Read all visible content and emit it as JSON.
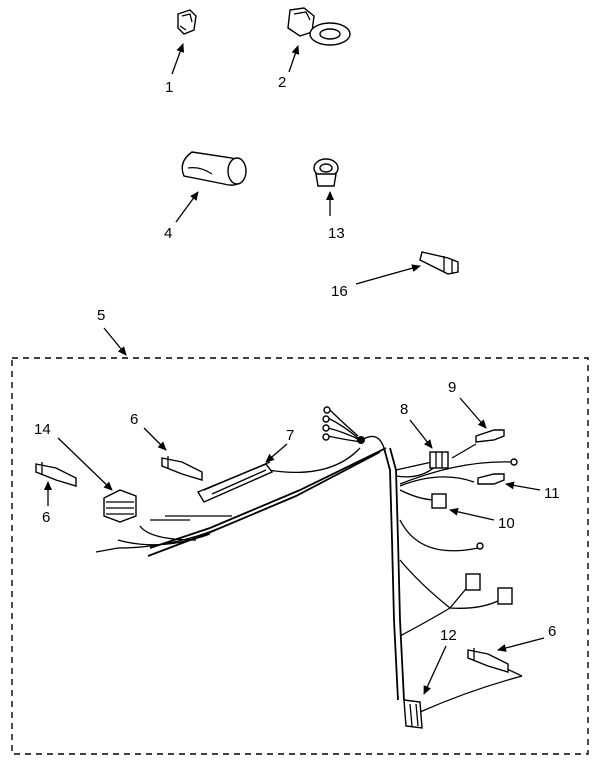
{
  "labels": {
    "p1": "1",
    "p2": "2",
    "p4": "4",
    "p13": "13",
    "p16": "16",
    "p5": "5",
    "p14": "14",
    "p6a": "6",
    "p6b": "6",
    "p7": "7",
    "p8": "8",
    "p9": "9",
    "p11": "11",
    "p10": "10",
    "p12": "12",
    "p6c": "6"
  },
  "icons": {
    "part1": "wire-clip",
    "part2": "cable-clamp",
    "part4": "sleeve",
    "part13": "grommet",
    "part16": "connector-pin",
    "harness": "wire-harness"
  }
}
